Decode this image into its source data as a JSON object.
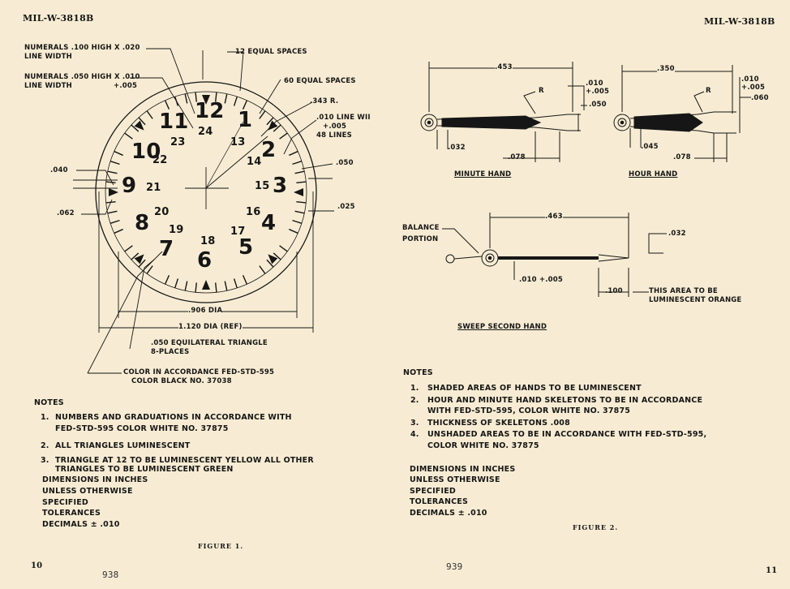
{
  "header": {
    "left": "MIL-W-3818B",
    "right": "MIL-W-3818B"
  },
  "figure1": {
    "callouts": {
      "numerals_large": "NUMERALS .100 HIGH X .020",
      "numerals_large_2": "LINE WIDTH",
      "numerals_small": "NUMERALS .050 HIGH X .010",
      "numerals_small_2": "LINE WIDTH",
      "numerals_small_tol": "+.005",
      "equal_12": "12 EQUAL SPACES",
      "equal_60": "60 EQUAL SPACES",
      "radius": ".343 R.",
      "line_w_1": ".010 LINE WII",
      "line_w_2": "+.005",
      "line_w_3": "48 LINES",
      "d050": ".050",
      "d040": ".040",
      "d025": ".025",
      "d062": ".062",
      "dia906": ".906 DIA",
      "dia1120": "1.120 DIA (REF)",
      "tri_1": ".050 EQUILATERAL TRIANGLE",
      "tri_2": "8-PLACES",
      "color_1": "COLOR IN ACCORDANCE FED-STD-595",
      "color_2": "COLOR BLACK NO. 37038"
    },
    "dial_hours": [
      "12",
      "1",
      "2",
      "3",
      "4",
      "5",
      "6",
      "7",
      "8",
      "9",
      "10",
      "11"
    ],
    "dial_24": [
      "24",
      "13",
      "14",
      "15",
      "16",
      "17",
      "18",
      "19",
      "20",
      "21",
      "22",
      "23"
    ],
    "notes_title": "NOTES",
    "notes": [
      {
        "n": "1.",
        "a": "NUMBERS AND GRADUATIONS IN ACCORDANCE WITH",
        "b": "FED-STD-595 COLOR WHITE NO. 37875"
      },
      {
        "n": "2.",
        "a": "ALL TRIANGLES LUMINESCENT",
        "b": ""
      },
      {
        "n": "3.",
        "a": "TRIANGLE AT 12 TO BE LUMINESCENT YELLOW ALL OTHER",
        "b": "TRIANGLES TO BE LUMINESCENT GREEN"
      }
    ],
    "dims": [
      "DIMENSIONS IN INCHES",
      "UNLESS OTHERWISE",
      "SPECIFIED",
      "TOLERANCES",
      "DECIMALS ± .010"
    ],
    "caption": "FIGURE 1."
  },
  "figure2": {
    "minute": {
      "d453": ".453",
      "r": "R",
      "d010": ".010",
      "tol": "+.005",
      "d050": ".050",
      "d032": ".032",
      "d078": ".078",
      "label": "MINUTE HAND"
    },
    "hour": {
      "d350": ".350",
      "r": "R",
      "d010": ".010",
      "tol": "+.005",
      "d060": ".060",
      "d045": ".045",
      "d078": ".078",
      "label": "HOUR HAND"
    },
    "sweep": {
      "balance_1": "BALANCE",
      "balance_2": "PORTION",
      "d463": ".463",
      "d032": ".032",
      "d010": ".010 +.005",
      "d100": ".100",
      "area_1": "THIS AREA TO BE",
      "area_2": "LUMINESCENT ORANGE",
      "label": "SWEEP SECOND HAND"
    },
    "notes_title": "NOTES",
    "notes": [
      {
        "n": "1.",
        "a": "SHADED AREAS OF HANDS TO BE LUMINESCENT",
        "b": ""
      },
      {
        "n": "2.",
        "a": "HOUR AND MINUTE HAND SKELETONS TO BE IN ACCORDANCE",
        "b": "WITH FED-STD-595, COLOR WHITE NO. 37875"
      },
      {
        "n": "3.",
        "a": "THICKNESS OF SKELETONS .008",
        "b": ""
      },
      {
        "n": "4.",
        "a": "UNSHADED AREAS TO BE IN ACCORDANCE WITH FED-STD-595,",
        "b": "COLOR WHITE NO. 37875"
      }
    ],
    "dims": [
      "DIMENSIONS IN INCHES",
      "UNLESS OTHERWISE",
      "SPECIFIED",
      "TOLERANCES",
      "DECIMALS ± .010"
    ],
    "caption": "FIGURE 2."
  },
  "footer": {
    "page_left": "10",
    "handwritten_left": "938",
    "handwritten_right": "939",
    "page_right": "11"
  }
}
